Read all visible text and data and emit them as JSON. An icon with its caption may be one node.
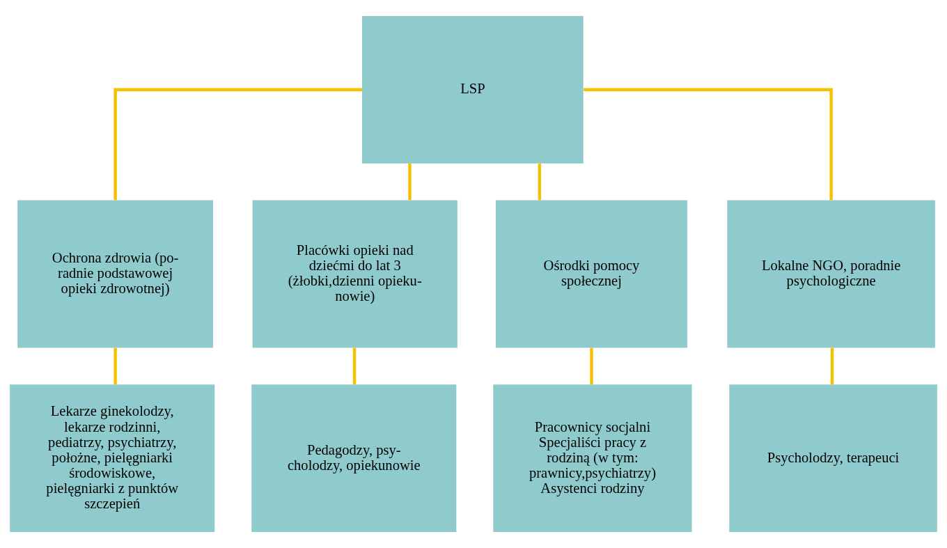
{
  "diagram": {
    "nodes": [
      {
        "text": [
          "LSP"
        ]
      },
      {
        "text": [
          "Ochrona zdrowia (po- radnie podstawowej opieki zdrowotnej)"
        ]
      },
      {
        "text": [
          "Placówki opieki nad dziećmi do lat 3 (żłobki,dzienni opieku- nowie)"
        ]
      },
      {
        "text": [
          "Ośrodki pomocy społecznej"
        ]
      },
      {
        "text": [
          "Lokalne NGO, poradnie psychologiczne"
        ]
      },
      {
        "text": [
          "Lekarze ginekolodzy, lekarze rodzinni, pediatrzy, psychiatrzy, położne, pielęgniarki środowiskowe, pielęgniarki z punktów szczepień"
        ]
      },
      {
        "text": [
          "Pedagodzy, psy- cholodzy, opiekunowie"
        ]
      },
      {
        "text": [
          "Pracownicy socjalni Specjaliści pracy z rodziną (w tym: prawnicy,psychiatrzy) Asystenci rodziny"
        ]
      },
      {
        "text": [
          "Psycholodzy, terapeuci"
        ]
      }
    ],
    "edges": [
      {
        "from": 0,
        "to": 1,
        "arrow": "none",
        "color": "#f5c000"
      },
      {
        "from": 0,
        "to": 2,
        "arrow": "none",
        "color": "#f5c000"
      },
      {
        "from": 0,
        "to": 3,
        "arrow": "none",
        "color": "#f5c000"
      },
      {
        "from": 0,
        "to": 4,
        "arrow": "none",
        "color": "#f5c000"
      },
      {
        "from": 1,
        "to": 5,
        "arrow": "none",
        "color": "#f5c000"
      },
      {
        "from": 2,
        "to": 6,
        "arrow": "none",
        "color": "#f5c000"
      },
      {
        "from": 3,
        "to": 7,
        "arrow": "none",
        "color": "#f5c000"
      },
      {
        "from": 4,
        "to": 8,
        "arrow": "none",
        "color": "#f5c000"
      }
    ]
  }
}
